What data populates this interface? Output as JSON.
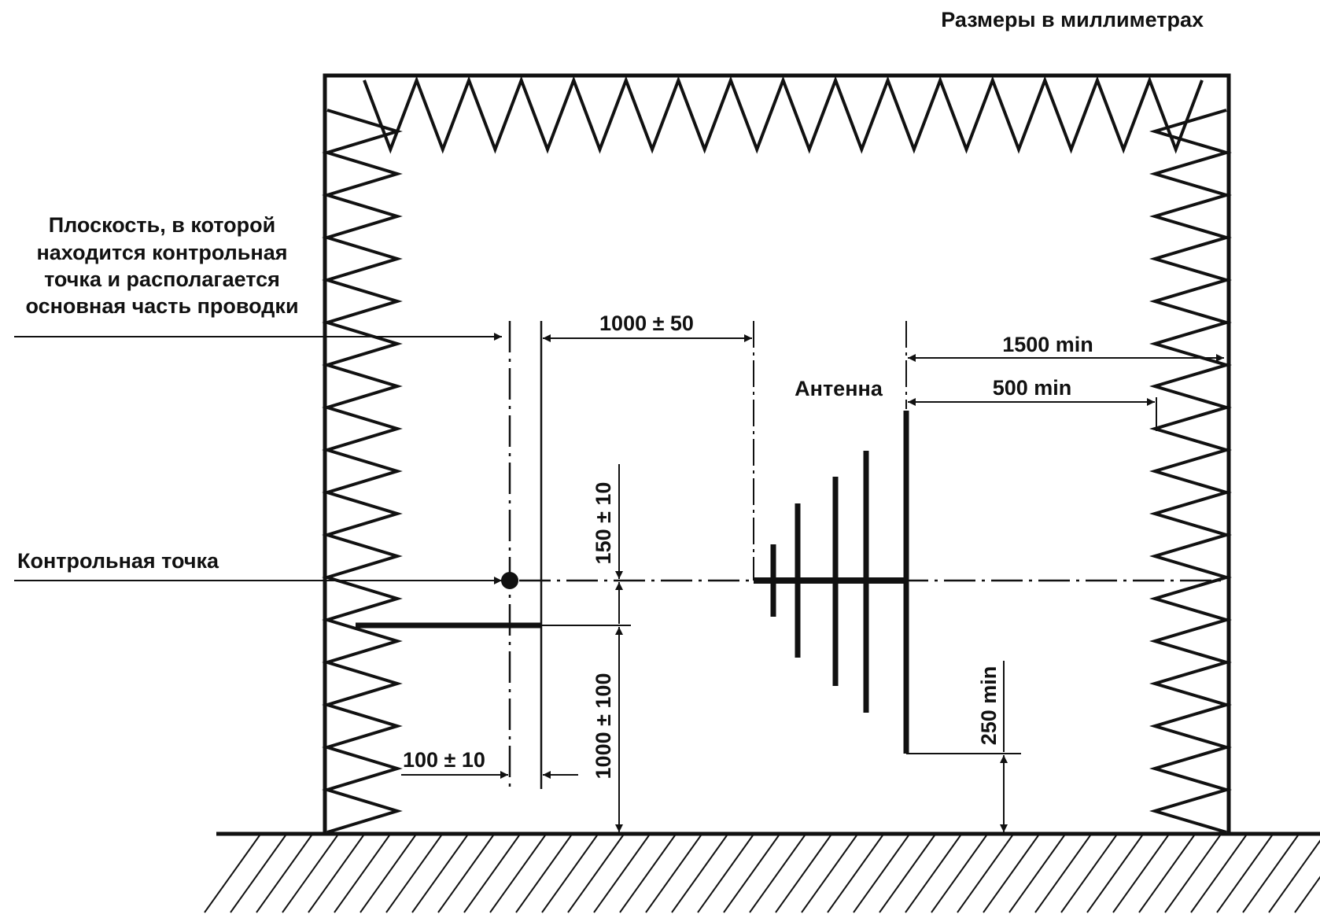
{
  "header": {
    "units_note": "Размеры в миллиметрах"
  },
  "labels": {
    "plane_line_1": "Плоскость, в которой",
    "plane_line_2": "находится контрольная",
    "plane_line_3": "точка и располагается",
    "plane_line_4": "основная часть проводки",
    "control_point": "Контрольная точка",
    "antenna": "Антенна"
  },
  "dimensions": {
    "d_1000_50": "1000 ± 50",
    "d_1500_min": "1500 min",
    "d_500_min": "500 min",
    "d_150_10": "150 ± 10",
    "d_1000_100": "1000 ± 100",
    "d_100_10": "100 ± 10",
    "d_250_min": "250 min"
  },
  "colors": {
    "ink": "#111111",
    "background": "#ffffff"
  }
}
